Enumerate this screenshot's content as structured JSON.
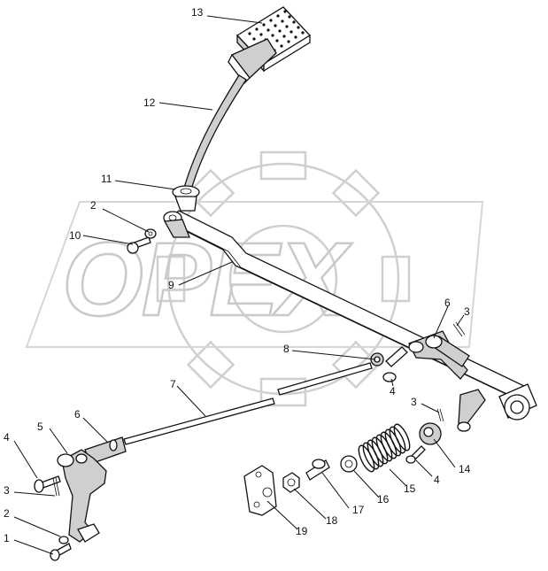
{
  "watermark": {
    "text": "OPEX"
  },
  "stamp": "",
  "callouts": [
    {
      "id": "c13",
      "text": "13"
    },
    {
      "id": "c12",
      "text": "12"
    },
    {
      "id": "c11",
      "text": "11"
    },
    {
      "id": "c2a",
      "text": "2"
    },
    {
      "id": "c10",
      "text": "10"
    },
    {
      "id": "c9",
      "text": "9"
    },
    {
      "id": "c6a",
      "text": "6"
    },
    {
      "id": "c3a",
      "text": "3"
    },
    {
      "id": "c8",
      "text": "8"
    },
    {
      "id": "c4a",
      "text": "4"
    },
    {
      "id": "c7",
      "text": "7"
    },
    {
      "id": "c3b",
      "text": "3"
    },
    {
      "id": "c5",
      "text": "5"
    },
    {
      "id": "c6b",
      "text": "6"
    },
    {
      "id": "c4b",
      "text": "4"
    },
    {
      "id": "c3c",
      "text": "3"
    },
    {
      "id": "c2b",
      "text": "2"
    },
    {
      "id": "c1",
      "text": "1"
    },
    {
      "id": "c14",
      "text": "14"
    },
    {
      "id": "c4c",
      "text": "4"
    },
    {
      "id": "c15",
      "text": "15"
    },
    {
      "id": "c16",
      "text": "16"
    },
    {
      "id": "c17",
      "text": "17"
    },
    {
      "id": "c18",
      "text": "18"
    },
    {
      "id": "c19",
      "text": "19"
    }
  ]
}
